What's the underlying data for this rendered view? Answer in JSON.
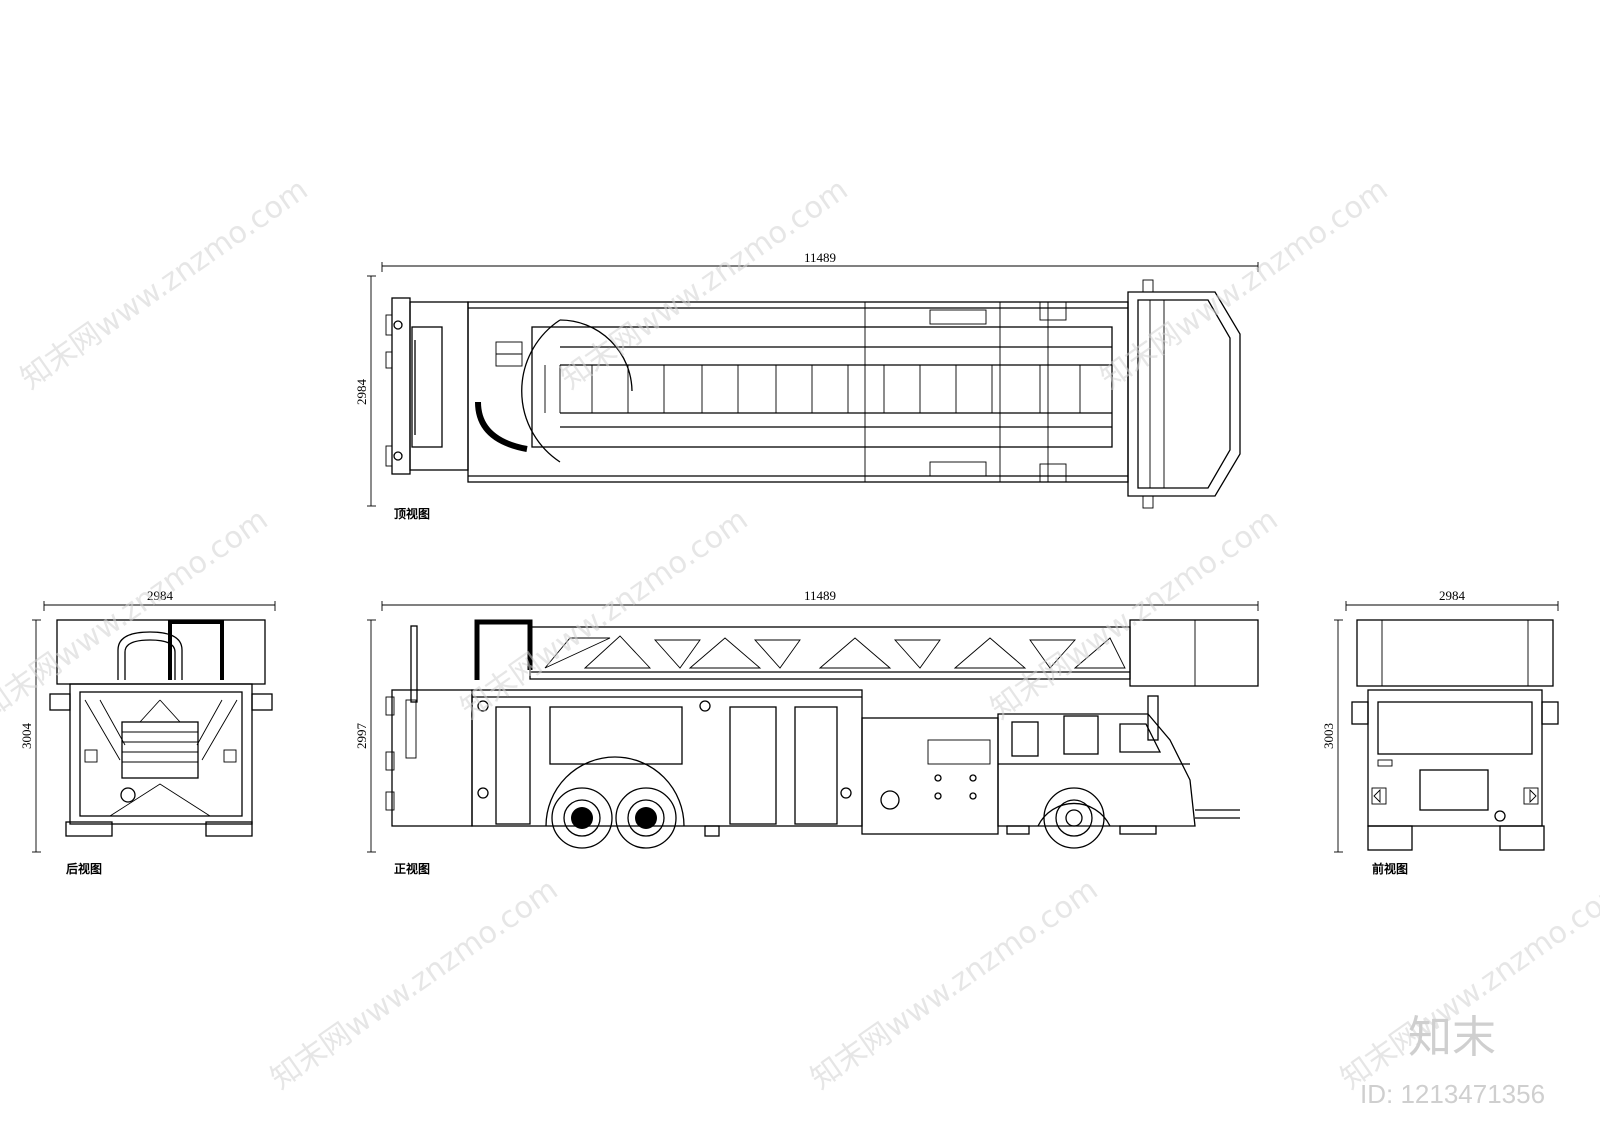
{
  "views": {
    "top": {
      "label": "顶视图",
      "width_dim": "11489",
      "height_dim": "2984"
    },
    "side": {
      "label": "正视图",
      "width_dim": "11489",
      "height_dim": "2997"
    },
    "rear": {
      "label": "后视图",
      "width_dim": "2984",
      "height_dim": "3004"
    },
    "front": {
      "label": "前视图",
      "width_dim": "2984",
      "height_dim": "3003"
    }
  },
  "watermark": {
    "text": "知末网www.znzmo.com",
    "brand": "知末",
    "id": "ID: 1213471356"
  }
}
